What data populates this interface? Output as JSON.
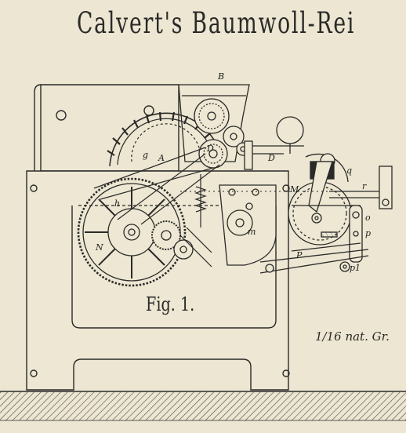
{
  "title": "Calvert's Baumwoll-Rei",
  "figure_label": "Fig. 1.",
  "scale_label": "1/16 nat. Gr.",
  "part_letters": {
    "B": "B",
    "A": "A",
    "g": "g",
    "D_upper": "D",
    "D_right": "D",
    "M": "M",
    "q": "q",
    "r": "r",
    "o": "o",
    "p": "p",
    "p1": "p1",
    "P": "P",
    "N": "N",
    "h": "h",
    "m": "m"
  },
  "colors": {
    "paper": "#ece6d2",
    "ink": "#2a2a28",
    "floor_hatch": "#4a4a46"
  }
}
